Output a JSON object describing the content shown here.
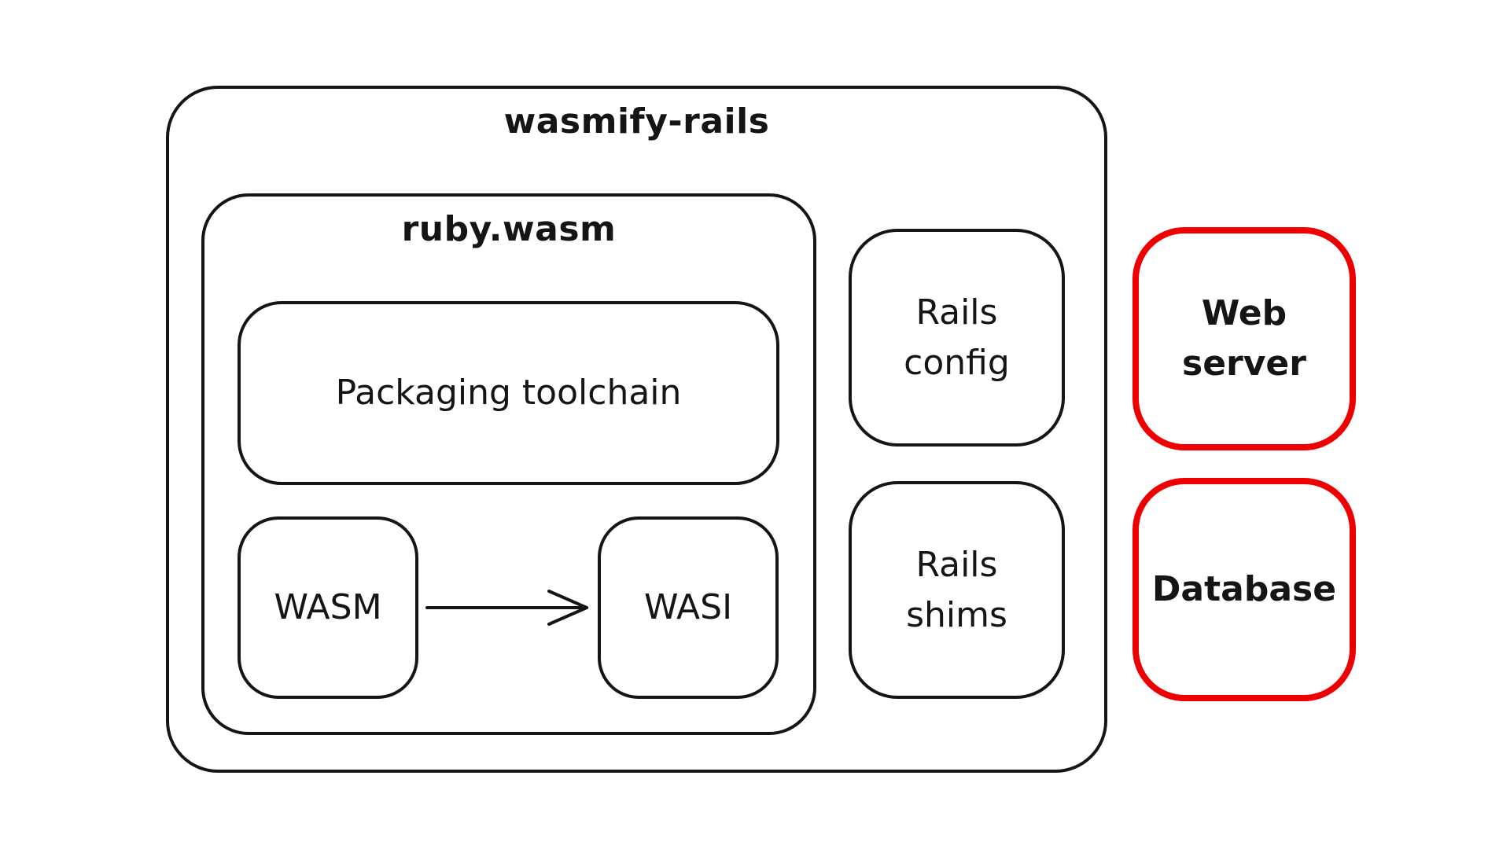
{
  "diagram": {
    "outer": {
      "title": "wasmify-rails"
    },
    "ruby_wasm": {
      "title": "ruby.wasm"
    },
    "packaging": {
      "label": "Packaging toolchain"
    },
    "wasm": {
      "label": "WASM"
    },
    "wasi": {
      "label": "WASI"
    },
    "rails_config": {
      "label": "Rails\nconfig"
    },
    "rails_shims": {
      "label": "Rails\nshims"
    },
    "web_server": {
      "label": "Web\nserver"
    },
    "database": {
      "label": "Database"
    }
  },
  "colors": {
    "stroke": "#151515",
    "external": "#ee0000",
    "background": "#ffffff"
  }
}
